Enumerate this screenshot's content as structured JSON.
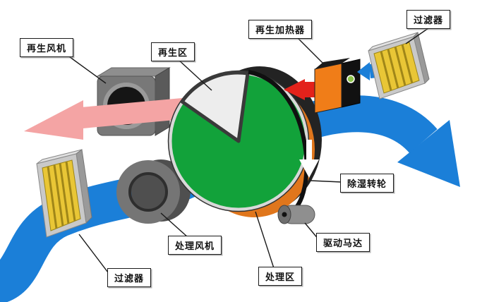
{
  "diagram": {
    "labels": {
      "regen_fan": "再生风机",
      "regen_zone": "再生区",
      "regen_heater": "再生加热器",
      "filter_top": "过滤器",
      "wheel": "除湿转轮",
      "drive_motor": "驱动马达",
      "process_fan": "处理风机",
      "process_zone": "处理区",
      "filter_bottom": "过滤器"
    },
    "colors": {
      "process_air": "#1b7fd8",
      "regen_air": "#f4a4a4",
      "hot_air": "#e3221b",
      "wheel_green": "#12a23a",
      "wheel_orange": "#e0761c",
      "heater_orange": "#f07d18",
      "filter_yellow": "#e9c636",
      "metal_gray": "#787878"
    }
  }
}
